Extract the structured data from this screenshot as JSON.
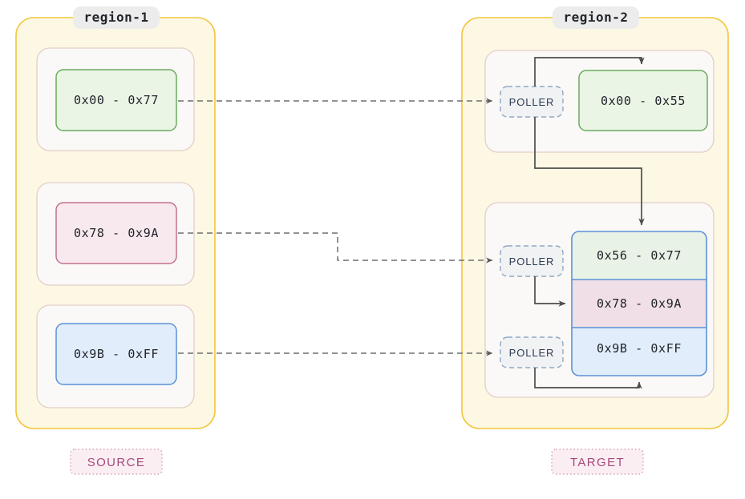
{
  "diagram": {
    "title_regions": [
      {
        "id": "region-1",
        "label": "region-1"
      },
      {
        "id": "region-2",
        "label": "region-2"
      }
    ],
    "source": {
      "region_label": "region-1",
      "endpoint_label": "SOURCE",
      "blocks": [
        {
          "id": "src-green",
          "label": "0x00 - 0x77",
          "fill": "#eaf5e6",
          "stroke": "#6aab5e"
        },
        {
          "id": "src-pink",
          "label": "0x78 - 0x9A",
          "fill": "#f8e9ef",
          "stroke": "#c2708f"
        },
        {
          "id": "src-blue",
          "label": "0x9B - 0xFF",
          "fill": "#e2edfb",
          "stroke": "#5b92d6"
        }
      ]
    },
    "target": {
      "region_label": "region-2",
      "endpoint_label": "TARGET",
      "poller_label": "POLLER",
      "group_one": {
        "blocks": [
          {
            "id": "tgt-green",
            "label": "0x00 - 0x55",
            "fill": "#eaf5e6",
            "stroke": "#6aab5e"
          }
        ]
      },
      "group_two": {
        "stack_stroke": "#5b92d6",
        "segments": [
          {
            "id": "tgt-seg-green",
            "label": "0x56 - 0x77",
            "fill": "#e9f2e6"
          },
          {
            "id": "tgt-seg-pink",
            "label": "0x78 - 0x9A",
            "fill": "#f0dfe6"
          },
          {
            "id": "tgt-seg-blue",
            "label": "0x9B - 0xFF",
            "fill": "#e2edfb"
          }
        ]
      },
      "pollers": [
        {
          "id": "poller-1",
          "label": "POLLER"
        },
        {
          "id": "poller-2",
          "label": "POLLER"
        },
        {
          "id": "poller-3",
          "label": "POLLER"
        }
      ]
    },
    "colors": {
      "region_border": "#f2c53d",
      "region_fill": "#fdf8e4",
      "inner_border": "#e3cec6",
      "inner_fill": "#faf9f8",
      "label_pill_fill": "#ececec",
      "connector": "#6e6e6e",
      "solid_arrow": "#4d4d4d",
      "endpoint_fill": "#fbeef3",
      "endpoint_border": "#d4a0b8",
      "endpoint_text": "#a4497a"
    }
  }
}
